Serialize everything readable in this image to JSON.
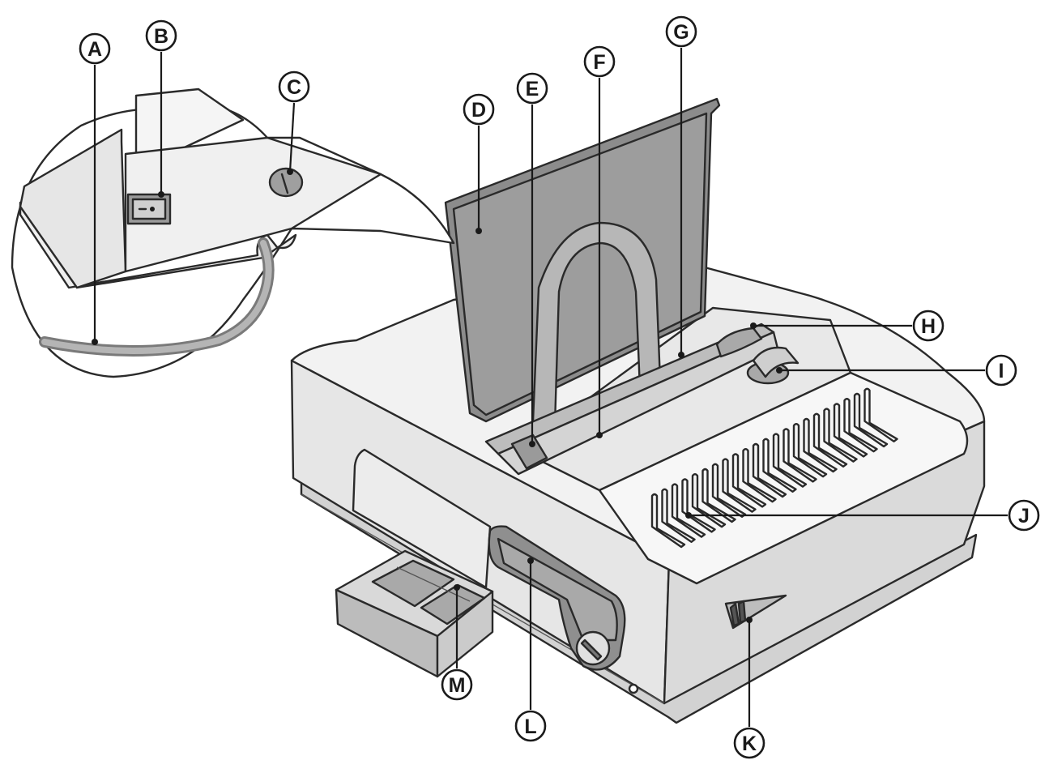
{
  "callouts": [
    {
      "id": "A",
      "label": "A"
    },
    {
      "id": "B",
      "label": "B"
    },
    {
      "id": "C",
      "label": "C"
    },
    {
      "id": "D",
      "label": "D"
    },
    {
      "id": "E",
      "label": "E"
    },
    {
      "id": "F",
      "label": "F"
    },
    {
      "id": "G",
      "label": "G"
    },
    {
      "id": "H",
      "label": "H"
    },
    {
      "id": "I",
      "label": "I"
    },
    {
      "id": "J",
      "label": "J"
    },
    {
      "id": "K",
      "label": "K"
    },
    {
      "id": "L",
      "label": "L"
    },
    {
      "id": "M",
      "label": "M"
    }
  ],
  "colors": {
    "body_light": "#ededed",
    "body_mid": "#d9d9d9",
    "body_dark": "#bdbdbd",
    "cover": "#9a9a9a",
    "cover_inner": "#858585",
    "handle": "#8f8f8f",
    "line": "#2a2a2a"
  }
}
